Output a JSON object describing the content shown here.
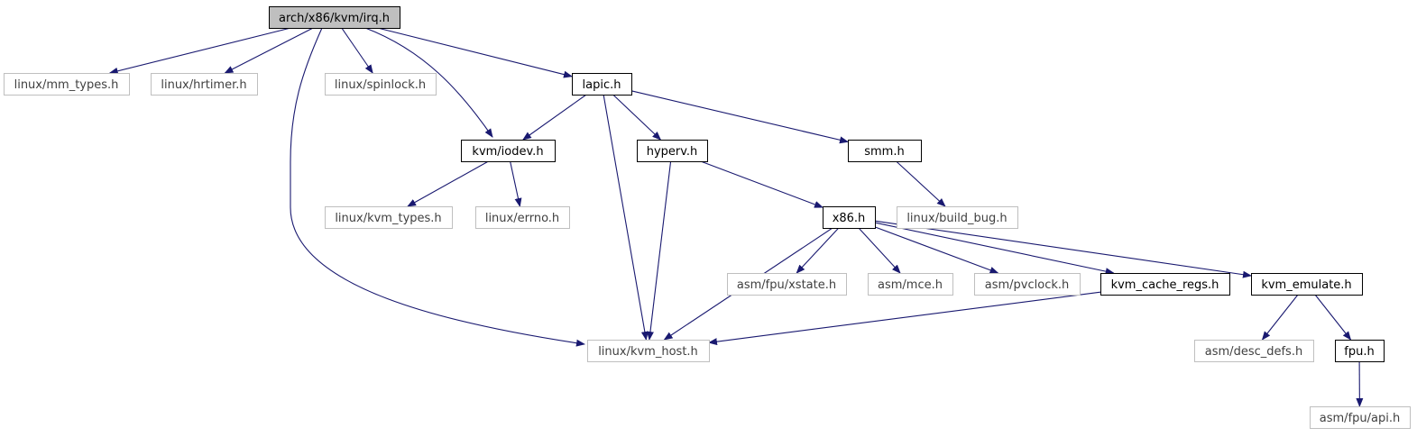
{
  "colors": {
    "edge": "#191970",
    "border_black": "#000000",
    "border_gray": "#bfbfbf",
    "root_fill": "#bfbfbf",
    "text_black": "#000000",
    "text_gray": "#404040",
    "background": "#ffffff"
  },
  "nodes": [
    {
      "id": "irq",
      "label": "arch/x86/kvm/irq.h",
      "style": "root"
    },
    {
      "id": "mm_types",
      "label": "linux/mm_types.h",
      "style": "gray"
    },
    {
      "id": "hrtimer",
      "label": "linux/hrtimer.h",
      "style": "gray"
    },
    {
      "id": "spinlock",
      "label": "linux/spinlock.h",
      "style": "gray"
    },
    {
      "id": "lapic",
      "label": "lapic.h",
      "style": "black"
    },
    {
      "id": "iodev",
      "label": "kvm/iodev.h",
      "style": "black"
    },
    {
      "id": "hyperv",
      "label": "hyperv.h",
      "style": "black"
    },
    {
      "id": "smm",
      "label": "smm.h",
      "style": "black"
    },
    {
      "id": "kvm_types",
      "label": "linux/kvm_types.h",
      "style": "gray"
    },
    {
      "id": "errno",
      "label": "linux/errno.h",
      "style": "gray"
    },
    {
      "id": "x86",
      "label": "x86.h",
      "style": "black"
    },
    {
      "id": "build_bug",
      "label": "linux/build_bug.h",
      "style": "gray"
    },
    {
      "id": "xstate",
      "label": "asm/fpu/xstate.h",
      "style": "gray"
    },
    {
      "id": "mce",
      "label": "asm/mce.h",
      "style": "gray"
    },
    {
      "id": "pvclock",
      "label": "asm/pvclock.h",
      "style": "gray"
    },
    {
      "id": "cache_regs",
      "label": "kvm_cache_regs.h",
      "style": "black"
    },
    {
      "id": "emulate",
      "label": "kvm_emulate.h",
      "style": "black"
    },
    {
      "id": "kvm_host",
      "label": "linux/kvm_host.h",
      "style": "gray"
    },
    {
      "id": "desc_defs",
      "label": "asm/desc_defs.h",
      "style": "gray"
    },
    {
      "id": "fpu",
      "label": "fpu.h",
      "style": "black"
    },
    {
      "id": "fpu_api",
      "label": "asm/fpu/api.h",
      "style": "gray"
    }
  ],
  "edges": [
    {
      "from": "irq",
      "to": "mm_types"
    },
    {
      "from": "irq",
      "to": "hrtimer"
    },
    {
      "from": "irq",
      "to": "spinlock"
    },
    {
      "from": "irq",
      "to": "lapic"
    },
    {
      "from": "irq",
      "to": "iodev"
    },
    {
      "from": "irq",
      "to": "kvm_host"
    },
    {
      "from": "lapic",
      "to": "iodev"
    },
    {
      "from": "lapic",
      "to": "hyperv"
    },
    {
      "from": "lapic",
      "to": "smm"
    },
    {
      "from": "lapic",
      "to": "kvm_host"
    },
    {
      "from": "iodev",
      "to": "kvm_types"
    },
    {
      "from": "iodev",
      "to": "errno"
    },
    {
      "from": "hyperv",
      "to": "x86"
    },
    {
      "from": "hyperv",
      "to": "kvm_host"
    },
    {
      "from": "smm",
      "to": "build_bug"
    },
    {
      "from": "x86",
      "to": "xstate"
    },
    {
      "from": "x86",
      "to": "mce"
    },
    {
      "from": "x86",
      "to": "pvclock"
    },
    {
      "from": "x86",
      "to": "cache_regs"
    },
    {
      "from": "x86",
      "to": "emulate"
    },
    {
      "from": "x86",
      "to": "kvm_host"
    },
    {
      "from": "cache_regs",
      "to": "kvm_host"
    },
    {
      "from": "emulate",
      "to": "desc_defs"
    },
    {
      "from": "emulate",
      "to": "fpu"
    },
    {
      "from": "fpu",
      "to": "fpu_api"
    }
  ]
}
